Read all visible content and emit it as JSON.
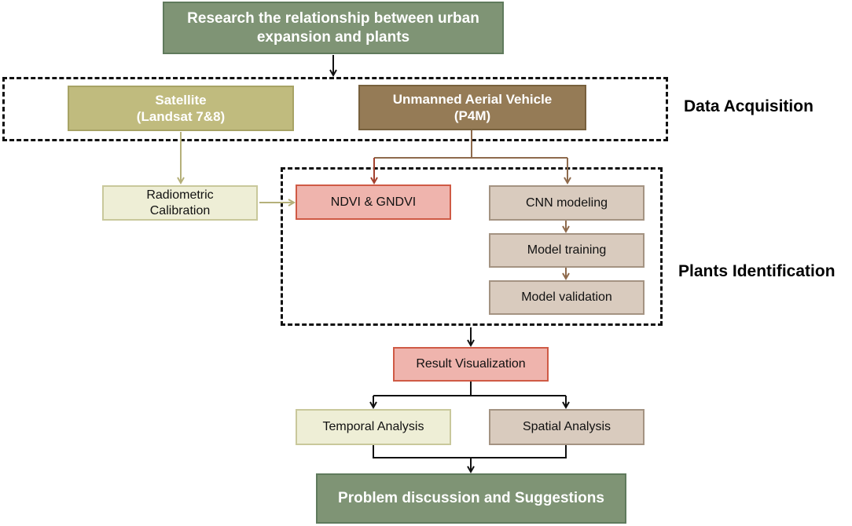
{
  "nodes": {
    "research": "Research the relationship between urban expansion and plants",
    "satellite_line1": "Satellite",
    "satellite_line2": "(Landsat 7&8)",
    "uav_line1": "Unmanned Aerial Vehicle",
    "uav_line2": "(P4M)",
    "radiometric": "Radiometric Calibration",
    "ndvi": "NDVI & GNDVI",
    "cnn": "CNN modeling",
    "training": "Model training",
    "validation": "Model validation",
    "result": "Result Visualization",
    "temporal": "Temporal Analysis",
    "spatial": "Spatial Analysis",
    "problem": "Problem discussion and Suggestions"
  },
  "sections": {
    "data_acquisition": "Data Acquisition",
    "plants_identification": "Plants Identification"
  },
  "colors": {
    "dark_green": "#7f9475",
    "olive": "#c0bb7e",
    "brown": "#957b56",
    "cream": "#eeeed6",
    "taupe": "#d9cbbe",
    "pink": "#efb4ad",
    "arrow_black": "#111111",
    "arrow_olive": "#b5b07a",
    "arrow_brown": "#8e6a4c",
    "arrow_red": "#a3412e"
  }
}
